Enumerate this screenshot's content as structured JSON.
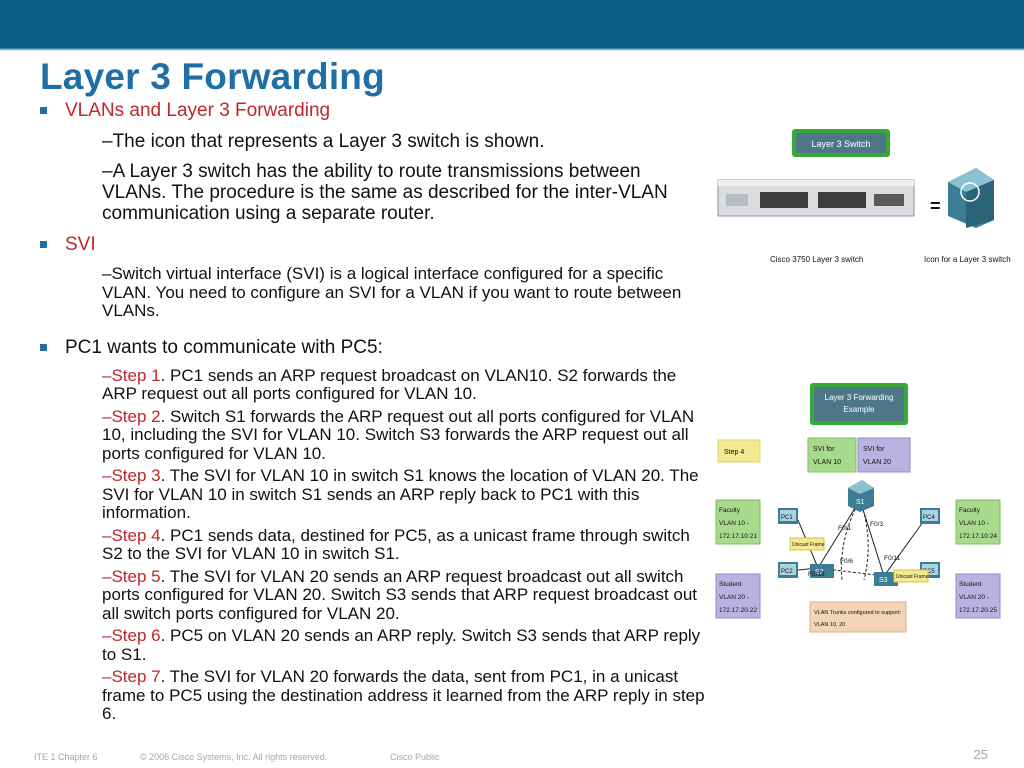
{
  "slide": {
    "title": "Layer 3 Forwarding",
    "page_number": "25"
  },
  "sections": {
    "vlans": {
      "heading": "VLANs and Layer 3 Forwarding",
      "line1": "–The icon that represents a Layer 3 switch is shown.",
      "line2": "–A Layer 3 switch has the ability to route transmissions between VLANs. The procedure is the same as described for the inter-VLAN communication using a separate router."
    },
    "svi": {
      "heading": "SVI",
      "line1": "–Switch virtual interface (SVI) is a logical interface configured for a specific VLAN. You need to configure an SVI for a VLAN if you want to route between VLANs."
    },
    "pc1": {
      "heading": "PC1 wants to communicate with PC5:",
      "steps": [
        {
          "label": "–Step 1",
          "text": ". PC1 sends an ARP request broadcast on VLAN10. S2 forwards the ARP request out all ports configured for VLAN 10."
        },
        {
          "label": "–Step 2",
          "text": ". Switch S1 forwards the ARP request out all ports configured for VLAN 10, including the SVI for VLAN 10. Switch S3 forwards the ARP request out all ports configured for VLAN 10."
        },
        {
          "label": "–Step 3",
          "text": ". The SVI for VLAN 10 in switch S1 knows the location of VLAN 20. The SVI for VLAN 10 in switch S1 sends an ARP reply back to PC1 with this information."
        },
        {
          "label": "–Step 4",
          "text": ". PC1 sends data, destined for PC5, as a unicast frame through switch S2 to the SVI for VLAN 10 in switch S1."
        },
        {
          "label": "–Step 5",
          "text": ". The SVI for VLAN 20 sends an ARP request broadcast out all switch ports configured for VLAN 20. Switch S3 sends that ARP request broadcast out all switch ports configured for VLAN 20."
        },
        {
          "label": "–Step 6",
          "text": ". PC5 on VLAN 20 sends an ARP reply. Switch S3 sends that ARP reply to S1."
        },
        {
          "label": "–Step 7",
          "text": ". The SVI for VLAN 20 forwards the data, sent from PC1, in a unicast frame to PC5 using the destination address it learned from the ARP reply in step 6."
        }
      ]
    }
  },
  "figure1": {
    "badge": "Layer 3 Switch",
    "equals": "=",
    "caption_left": "Cisco 3750 Layer 3 switch",
    "caption_right": "Icon for a Layer 3 switch"
  },
  "figure2": {
    "title_line1": "Layer 3 Forwarding",
    "title_line2": "Example",
    "step": "Step 4",
    "svi_vlan10_line1": "SVI for",
    "svi_vlan10_line2": "VLAN 10",
    "svi_vlan20_line1": "SVI for",
    "svi_vlan20_line2": "VLAN 20",
    "faculty_left": [
      "Faculty",
      "VLAN 10 -",
      "172.17.10.21"
    ],
    "student_left": [
      "Student",
      "VLAN 20 -",
      "172.17.20.22"
    ],
    "faculty_right": [
      "Faculty",
      "VLAN 10 -",
      "172.17.10.24"
    ],
    "student_right": [
      "Student",
      "VLAN 20 -",
      "172.17.20.25"
    ],
    "pc1": "PC1",
    "pc2": "PC2",
    "pc4": "PC4",
    "pc5": "PC5",
    "s1": "S1",
    "s2": "S2",
    "s3": "S3",
    "f01": "F0/1",
    "f03": "F0/3",
    "f011_left": "F0/11",
    "f011_right": "F0/11",
    "f018": "F0/18",
    "f06": "F0/6",
    "unicast1": "Unicast Frame",
    "unicast2": "Unicast Frame",
    "trunk_line1": "VLAN Trunks configured to support:",
    "trunk_line2": "VLAN 10, 20"
  },
  "footer": {
    "course": "ITE 1 Chapter 6",
    "copyright": "© 2006 Cisco Systems, Inc. All rights reserved.",
    "classification": "Cisco Public"
  },
  "colors": {
    "header_bar": "#0b5f84",
    "title": "#1f6fa6",
    "accent_red": "#c0262b",
    "bullet": "#1f6fa6",
    "badge_green": "#39a935"
  }
}
